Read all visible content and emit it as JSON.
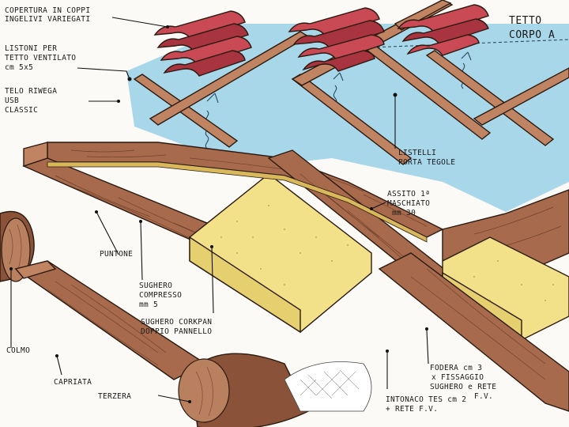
{
  "title": {
    "line1": "TETTO",
    "line2": "CORPO A"
  },
  "labels": {
    "copertura_1": "COPERTURA IN COPPI",
    "copertura_2": "INGELIVI VARIEGATI",
    "listoni_1": "LISTONI PER",
    "listoni_2": "TETTO VENTILATO",
    "listoni_3": "cm 5x5",
    "telo_1": "TELO RIWEGA",
    "telo_2": "USB",
    "telo_3": "CLASSIC",
    "listelli_1": "LISTELLI",
    "listelli_2": "PORTA TEGOLE",
    "assito_1": "ASSITO 1ª",
    "assito_2": "MASCHIATO",
    "assito_3": "mm 30",
    "puntone": "PUNTONE",
    "sughero_1": "SUGHERO",
    "sughero_2": "COMPRESSO",
    "sughero_3": "mm 5",
    "corkpan_1": "SUGHERO CORKPAN",
    "corkpan_2": "DOPPIO PANNELLO",
    "colmo": "COLMO",
    "capriata": "CAPRIATA",
    "terzera": "TERZERA",
    "fodera_1": "FODERA cm 3",
    "fodera_2": "x FISSAGGIO",
    "fodera_3": "SUGHERO e RETE",
    "fodera_4": "F.V.",
    "intonaco_1": "INTONACO TES cm 2",
    "intonaco_2": "+ RETE F.V."
  },
  "colors": {
    "wood": "#a86a4c",
    "membrane": "#a9d7ea",
    "insulation": "#f3e189",
    "tile": "#c94a55"
  }
}
